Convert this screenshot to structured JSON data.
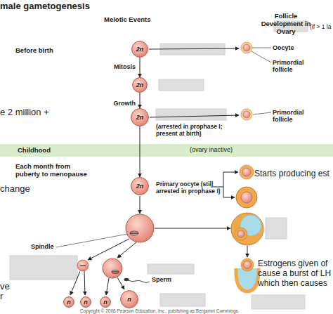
{
  "diagram": {
    "title": "male gametogenesis",
    "caption": "Copyright © 2006 Pearson Education, Inc., publishing as Benjamin Cummings.",
    "nodes": [
      {
        "text": [
          "2n"
        ]
      },
      {
        "text": [
          "2n"
        ]
      },
      {
        "text": [
          "2n"
        ]
      },
      {
        "text": [
          "Childhood",
          "(ovary inactive)"
        ]
      },
      {
        "text": [
          "2n"
        ]
      },
      {
        "text": [
          "n"
        ]
      },
      {
        "text": [
          "n"
        ]
      },
      {
        "text": [
          "n"
        ]
      },
      {
        "text": [
          "n"
        ]
      }
    ],
    "edges": [
      {
        "from": 0,
        "to": 1,
        "arrow": "to",
        "label": "Mitosis"
      },
      {
        "from": 1,
        "to": 2,
        "arrow": "to",
        "label": "Growth"
      },
      {
        "from": 2,
        "to": 4,
        "arrow": "to"
      }
    ],
    "labels": [
      "Meiotic Events",
      "Follicle Development in Ovary",
      "Before birth",
      "(if > 1 la",
      "Oocyte",
      "Primordial follicle",
      "e 2 million +",
      "(arrested in prophase I; present at birth)",
      "Primordial follicle",
      "Each month from puberty to menopause",
      "change",
      "Primary oocyte (still arrested in prophase I)",
      "Starts producing est",
      "Spindle",
      "Estrogens given of cause a burst of LH which then causes",
      "ve",
      "r",
      "Sperm"
    ]
  }
}
